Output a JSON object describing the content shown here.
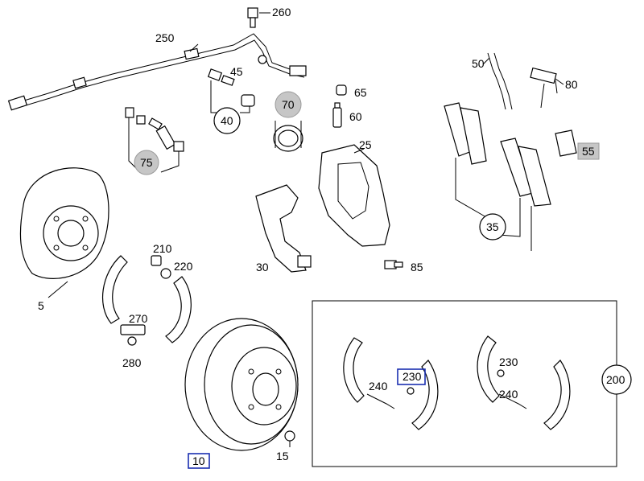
{
  "labels": {
    "p5": "5",
    "p10": "10",
    "p15": "15",
    "p25": "25",
    "p30": "30",
    "p35": "35",
    "p40": "40",
    "p45": "45",
    "p50": "50",
    "p55": "55",
    "p60": "60",
    "p65": "65",
    "p70": "70",
    "p75": "75",
    "p80": "80",
    "p85": "85",
    "p200": "200",
    "p210": "210",
    "p220": "220",
    "p230a": "230",
    "p230b": "230",
    "p240a": "240",
    "p240b": "240",
    "p250": "250",
    "p260": "260",
    "p270": "270",
    "p280": "280"
  },
  "colors": {
    "highlight_grey": "#c6c6c6",
    "highlight_box": "#1a2fb0",
    "line": "#000000"
  }
}
